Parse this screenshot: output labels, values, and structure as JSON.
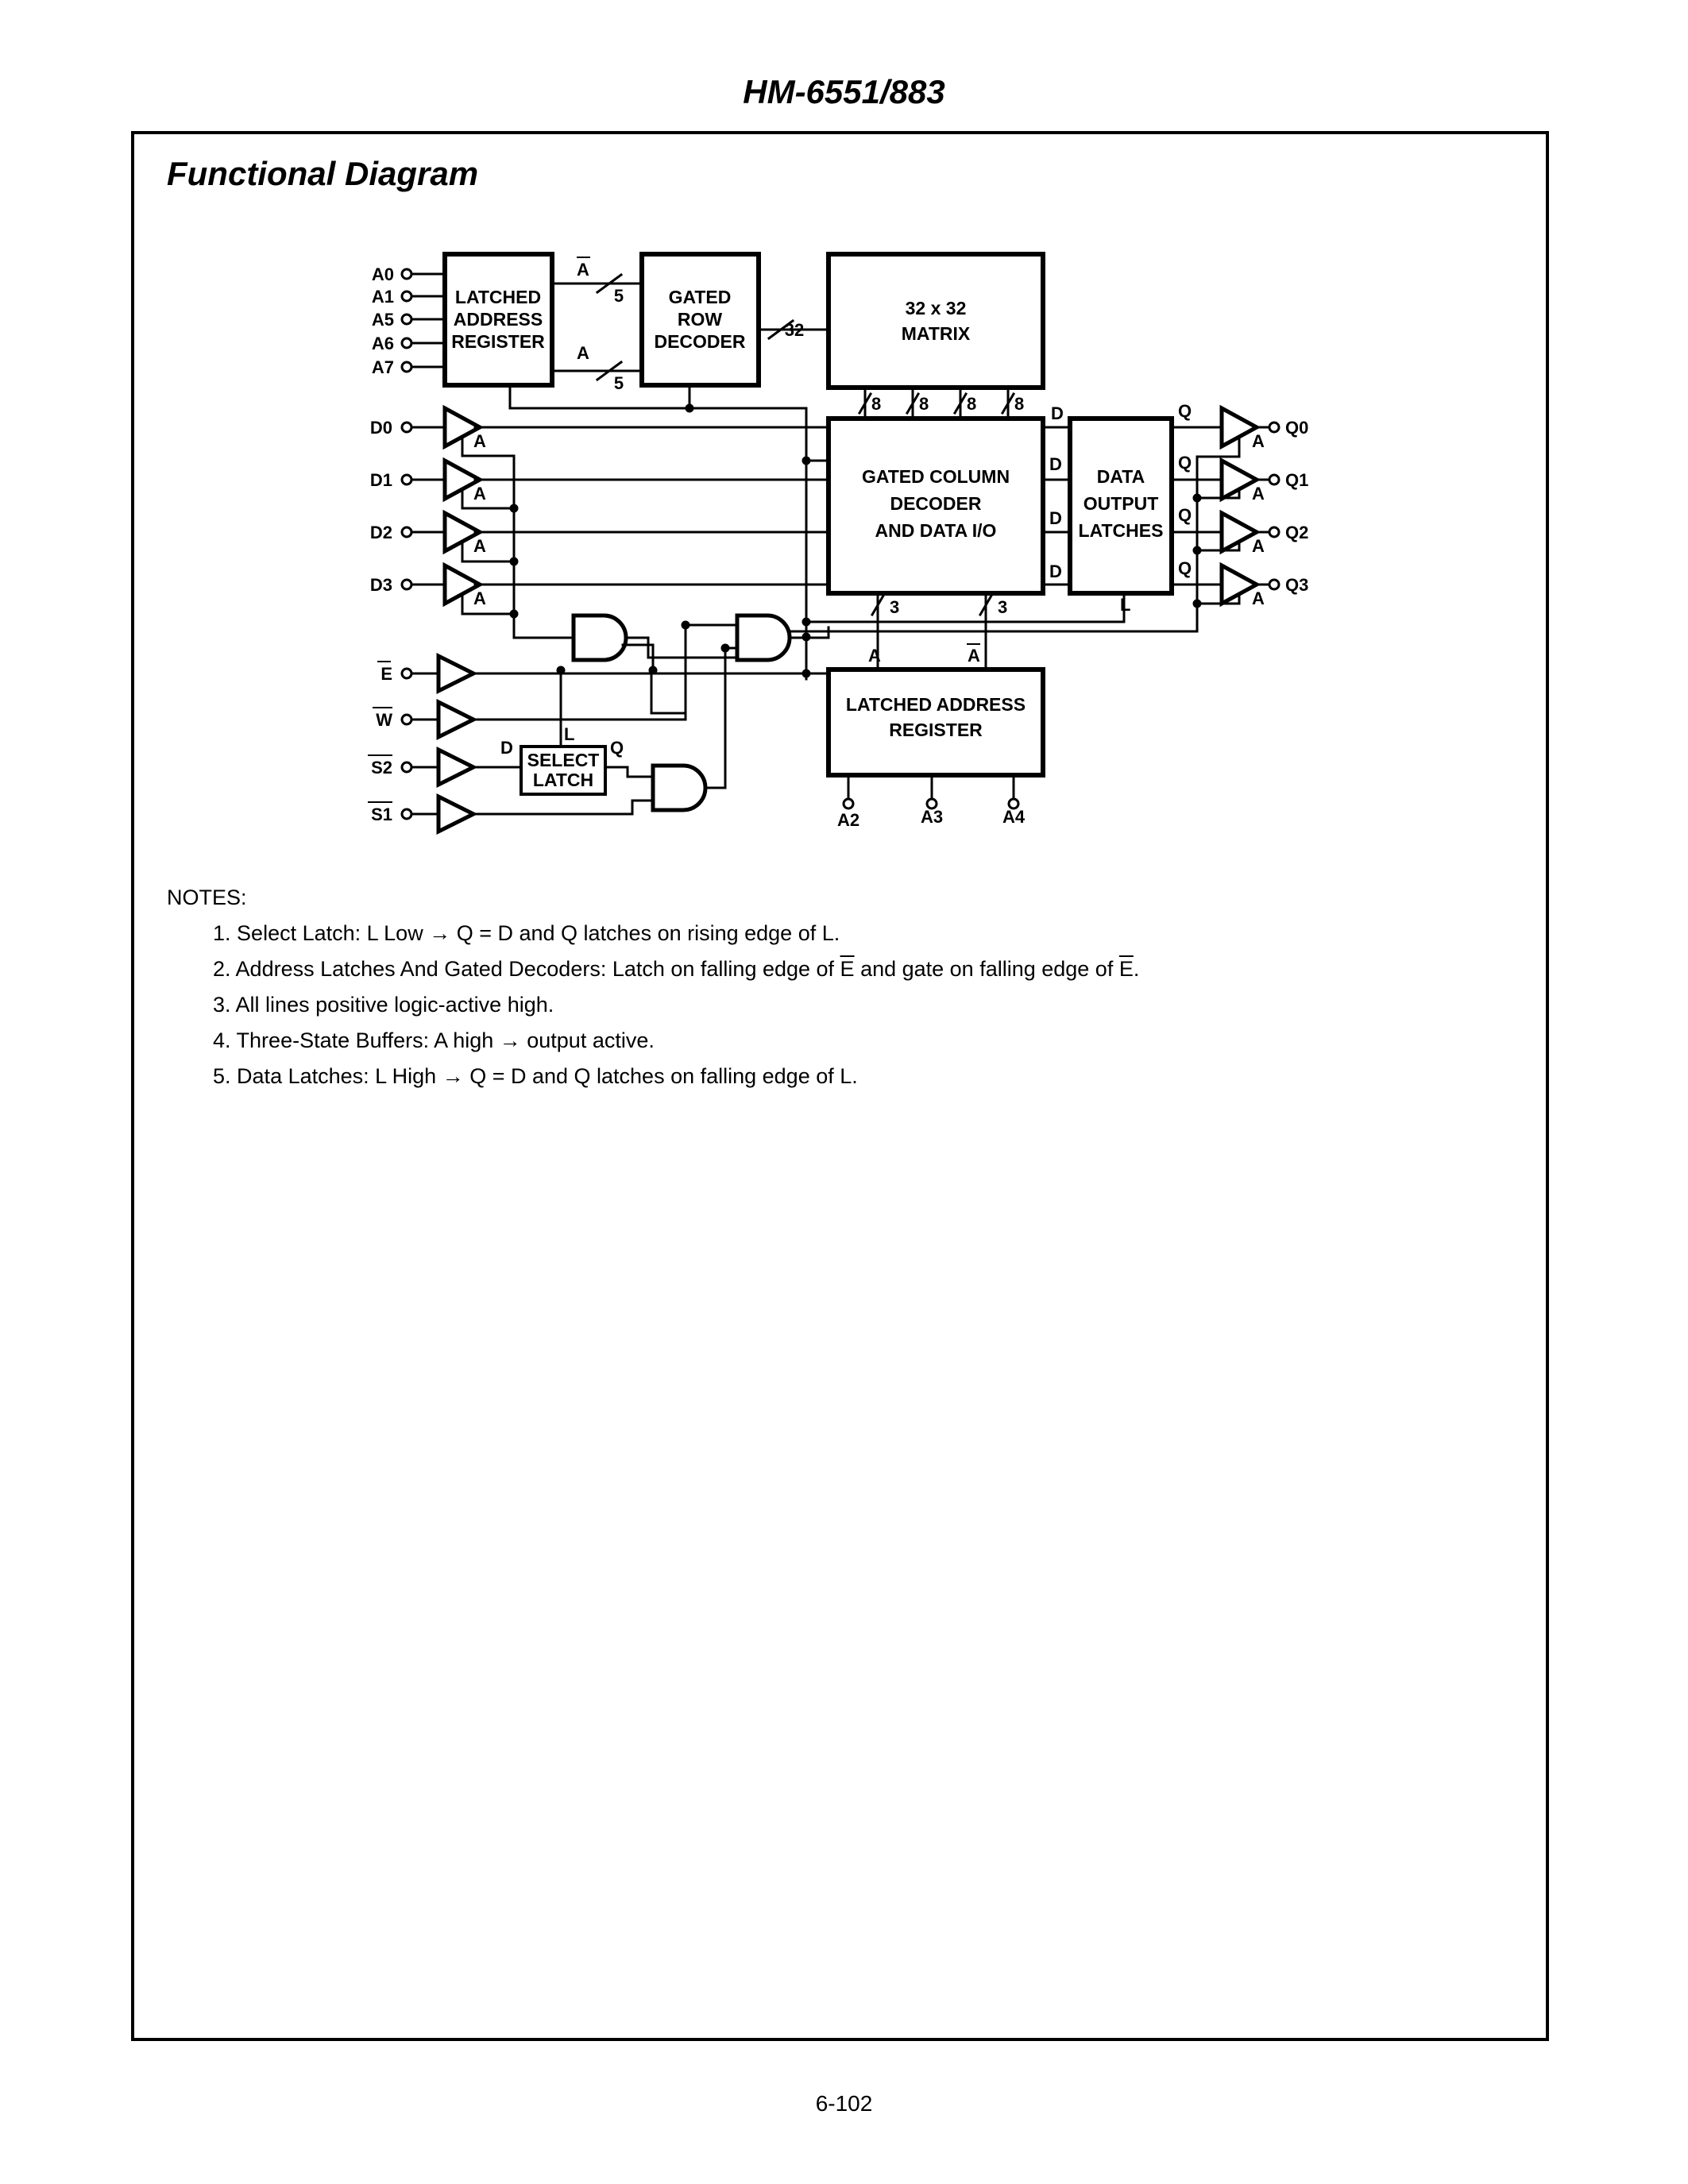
{
  "header": {
    "part_number": "HM-6551/883"
  },
  "section": {
    "title": "Functional Diagram"
  },
  "diagram": {
    "blocks": {
      "latched_address_register": [
        "LATCHED",
        "ADDRESS",
        "REGISTER"
      ],
      "gated_row_decoder": [
        "GATED",
        "ROW",
        "DECODER"
      ],
      "matrix": [
        "32 x 32",
        "MATRIX"
      ],
      "gated_column_decoder": [
        "GATED COLUMN",
        "DECODER",
        "AND DATA I/O"
      ],
      "data_output_latches": [
        "DATA",
        "OUTPUT",
        "LATCHES"
      ],
      "latched_address_register_bottom": [
        "LATCHED ADDRESS",
        "REGISTER"
      ],
      "select_latch": [
        "SELECT",
        "LATCH"
      ]
    },
    "address_inputs": [
      "A0",
      "A1",
      "A5",
      "A6",
      "A7"
    ],
    "data_inputs": [
      "D0",
      "D1",
      "D2",
      "D3"
    ],
    "data_outputs": [
      "Q0",
      "Q1",
      "Q2",
      "Q3"
    ],
    "control_inputs": [
      "E",
      "W",
      "S2",
      "S1"
    ],
    "bottom_address_inputs": [
      "A2",
      "A3",
      "A4"
    ],
    "bus_widths": {
      "row_bus_top": "5",
      "row_bus_bottom": "5",
      "matrix_bus": "32",
      "column_bus": "8",
      "col_addr_bus": "3"
    },
    "labels": {
      "a": "A",
      "d": "D",
      "q": "Q",
      "l": "L"
    }
  },
  "notes": {
    "title": "NOTES:",
    "items": [
      {
        "number": "1.",
        "text": "Select Latch: L Low → Q = D and Q latches on rising edge of L."
      },
      {
        "number": "2.",
        "pre": "Address Latches And Gated Decoders: Latch on falling edge of ",
        "bar1": "E",
        "mid": " and gate on falling edge of ",
        "bar2": "E",
        "post": "."
      },
      {
        "number": "3.",
        "text": "All lines positive logic-active high."
      },
      {
        "number": "4.",
        "text": "Three-State Buffers: A high → output active."
      },
      {
        "number": "5.",
        "text": "Data Latches: L High → Q = D and Q latches on falling edge of L."
      }
    ]
  },
  "footer": {
    "page_number": "6-102"
  }
}
